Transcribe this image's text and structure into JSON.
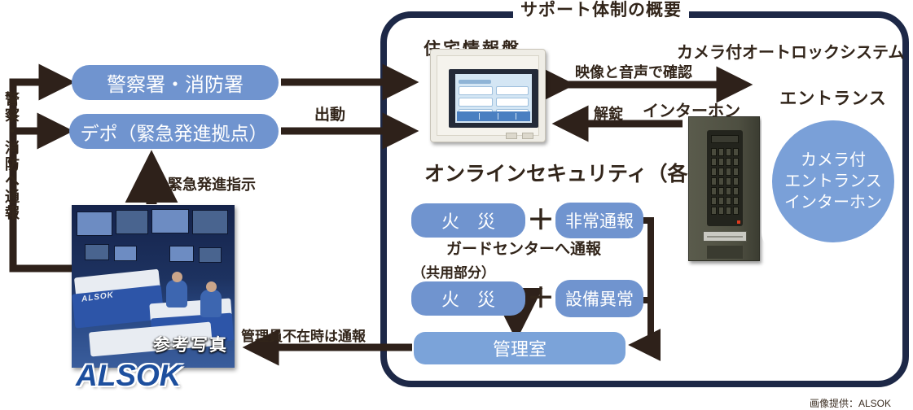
{
  "diagram": {
    "title": "サポート体制の概要",
    "outside": {
      "police_box": "警察署・消防署",
      "depot_box": "デポ（緊急発進拠点）",
      "dispatch_label": "出動",
      "vertical_report_label": "警察・消防へ通報",
      "dispatch_order_label": "緊急発進指示",
      "photo_caption": "参考写真",
      "photo_desk_brand": "ALSOK",
      "logo": "ALSOK"
    },
    "panel": {
      "label": "住宅情報盤",
      "system_name": "オンラインセキュリティ（各住戸）"
    },
    "entrance": {
      "autolock_label": "カメラ付オートロックシステム",
      "confirm_label": "映像と音声で確認",
      "unlock_label": "解錠",
      "intercom_label": "インターホン",
      "entrance_label": "エントランス",
      "circle_line1": "カメラ付",
      "circle_line2": "エントランス",
      "circle_line3": "インターホン"
    },
    "alarms": {
      "fire1": "火　災",
      "plus": "＋",
      "emergency": "非常通報",
      "center_report_label": "ガードセンターへ通報",
      "common_note": "（共用部分）",
      "fire2": "火　災",
      "equipment": "設備異常",
      "control_room": "管理室",
      "absent_note": "管理員不在時は通報"
    },
    "footer_note": "画像提供：ALSOK",
    "colors": {
      "box_blue": "#7094cf",
      "light_blue": "#7ba3d9",
      "outline_navy": "#1d2847",
      "arrow_dark": "#2e211a",
      "logo_blue": "#1d4f9e"
    }
  }
}
